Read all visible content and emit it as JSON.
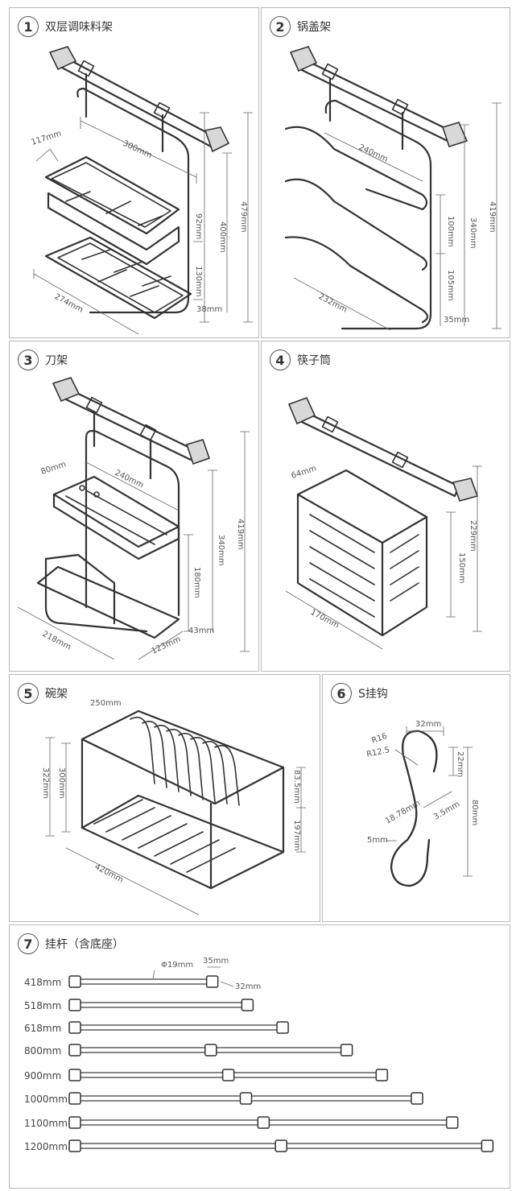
{
  "panels": [
    {
      "num": "1",
      "title": "双层调味料架",
      "dims": {
        "width": "300mm",
        "depth": "117mm",
        "height_total": "479mm",
        "height_frame": "400mm",
        "gap_upper": "92mm",
        "gap_lower": "130mm",
        "bottom": "38mm",
        "base_width": "274mm"
      }
    },
    {
      "num": "2",
      "title": "锅盖架",
      "dims": {
        "width": "240mm",
        "height_total": "419mm",
        "height_frame": "340mm",
        "gap_upper": "100mm",
        "gap_lower": "105mm",
        "bottom": "35mm",
        "base_width": "232mm"
      }
    },
    {
      "num": "3",
      "title": "刀架",
      "dims": {
        "width": "240mm",
        "depth": "80mm",
        "height_total": "419mm",
        "height_frame": "340mm",
        "lower": "180mm",
        "bottom": "43mm",
        "base_width": "218mm",
        "base_depth": "123mm"
      }
    },
    {
      "num": "4",
      "title": "筷子筒",
      "dims": {
        "depth": "64mm",
        "height_total": "229mm",
        "height_box": "150mm",
        "base_width": "170mm"
      }
    },
    {
      "num": "5",
      "title": "碗架",
      "dims": {
        "depth": "250mm",
        "height_total": "322mm",
        "height_frame": "300mm",
        "upper": "83.5mm",
        "lower": "197mm",
        "length": "420mm"
      }
    },
    {
      "num": "6",
      "title": "S挂钩",
      "dims": {
        "width": "32mm",
        "r_outer": "R16",
        "r_inner": "R12.5",
        "top_gap": "22mm",
        "height": "80mm",
        "mid": "18.78mm",
        "wire": "3.5mm",
        "tip": "5mm"
      }
    },
    {
      "num": "7",
      "title": "挂杆（含底座）",
      "dims": {
        "diameter": "Φ19mm",
        "cap_len": "35mm",
        "cap_h": "32mm"
      }
    }
  ],
  "rods": [
    {
      "label": "418mm",
      "length": 418,
      "mid_brackets": 0
    },
    {
      "label": "518mm",
      "length": 518,
      "mid_brackets": 0
    },
    {
      "label": "618mm",
      "length": 618,
      "mid_brackets": 0
    },
    {
      "label": "800mm",
      "length": 800,
      "mid_brackets": 1
    },
    {
      "label": "900mm",
      "length": 900,
      "mid_brackets": 1
    },
    {
      "label": "1000mm",
      "length": 1000,
      "mid_brackets": 1
    },
    {
      "label": "1100mm",
      "length": 1100,
      "mid_brackets": 1
    },
    {
      "label": "1200mm",
      "length": 1200,
      "mid_brackets": 1
    }
  ]
}
